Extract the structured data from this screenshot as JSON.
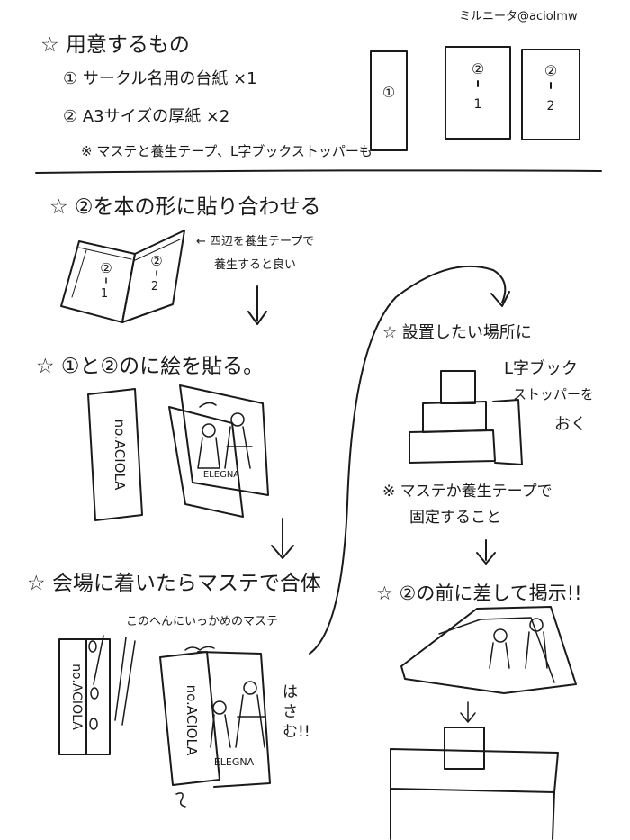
{
  "credit": "ミルニータ@aciolmw",
  "prep": {
    "title": "☆ 用意するもの",
    "items": [
      "① サークル名用の台紙 ×1",
      "② A3サイズの厚紙 ×2",
      "※ マステと養生テープ、L字ブックストッパーも"
    ],
    "card_labels": [
      "①",
      "②",
      "1",
      "②",
      "2"
    ]
  },
  "step1": {
    "title": "☆ ②を本の形に貼り合わせる",
    "note_line1": "← 四辺を養生テープで",
    "note_line2": "養生すると良い",
    "book_labels": [
      "②",
      "1",
      "②",
      "2"
    ]
  },
  "step2": {
    "title": "☆ ①と②のに絵を貼る。",
    "sign_text": "no.ACIOLA",
    "art_caption": "ELEGNA"
  },
  "step3": {
    "title": "☆ 会場に着いたらマステで合体",
    "note": "このへんにいっかめのマステ",
    "sign_text": "no.ACIOLA",
    "art_caption": "ELEGNA",
    "side_note": "はさむ!!"
  },
  "place": {
    "title_line1": "☆ 設置したい場所に",
    "label_line1": "L字ブック",
    "label_line2": "ストッパーを",
    "label_line3": "おく",
    "note_line1": "※ マステか養生テープで",
    "note_line2": "固定すること"
  },
  "final": {
    "title": "☆ ②の前に差して掲示!!"
  }
}
